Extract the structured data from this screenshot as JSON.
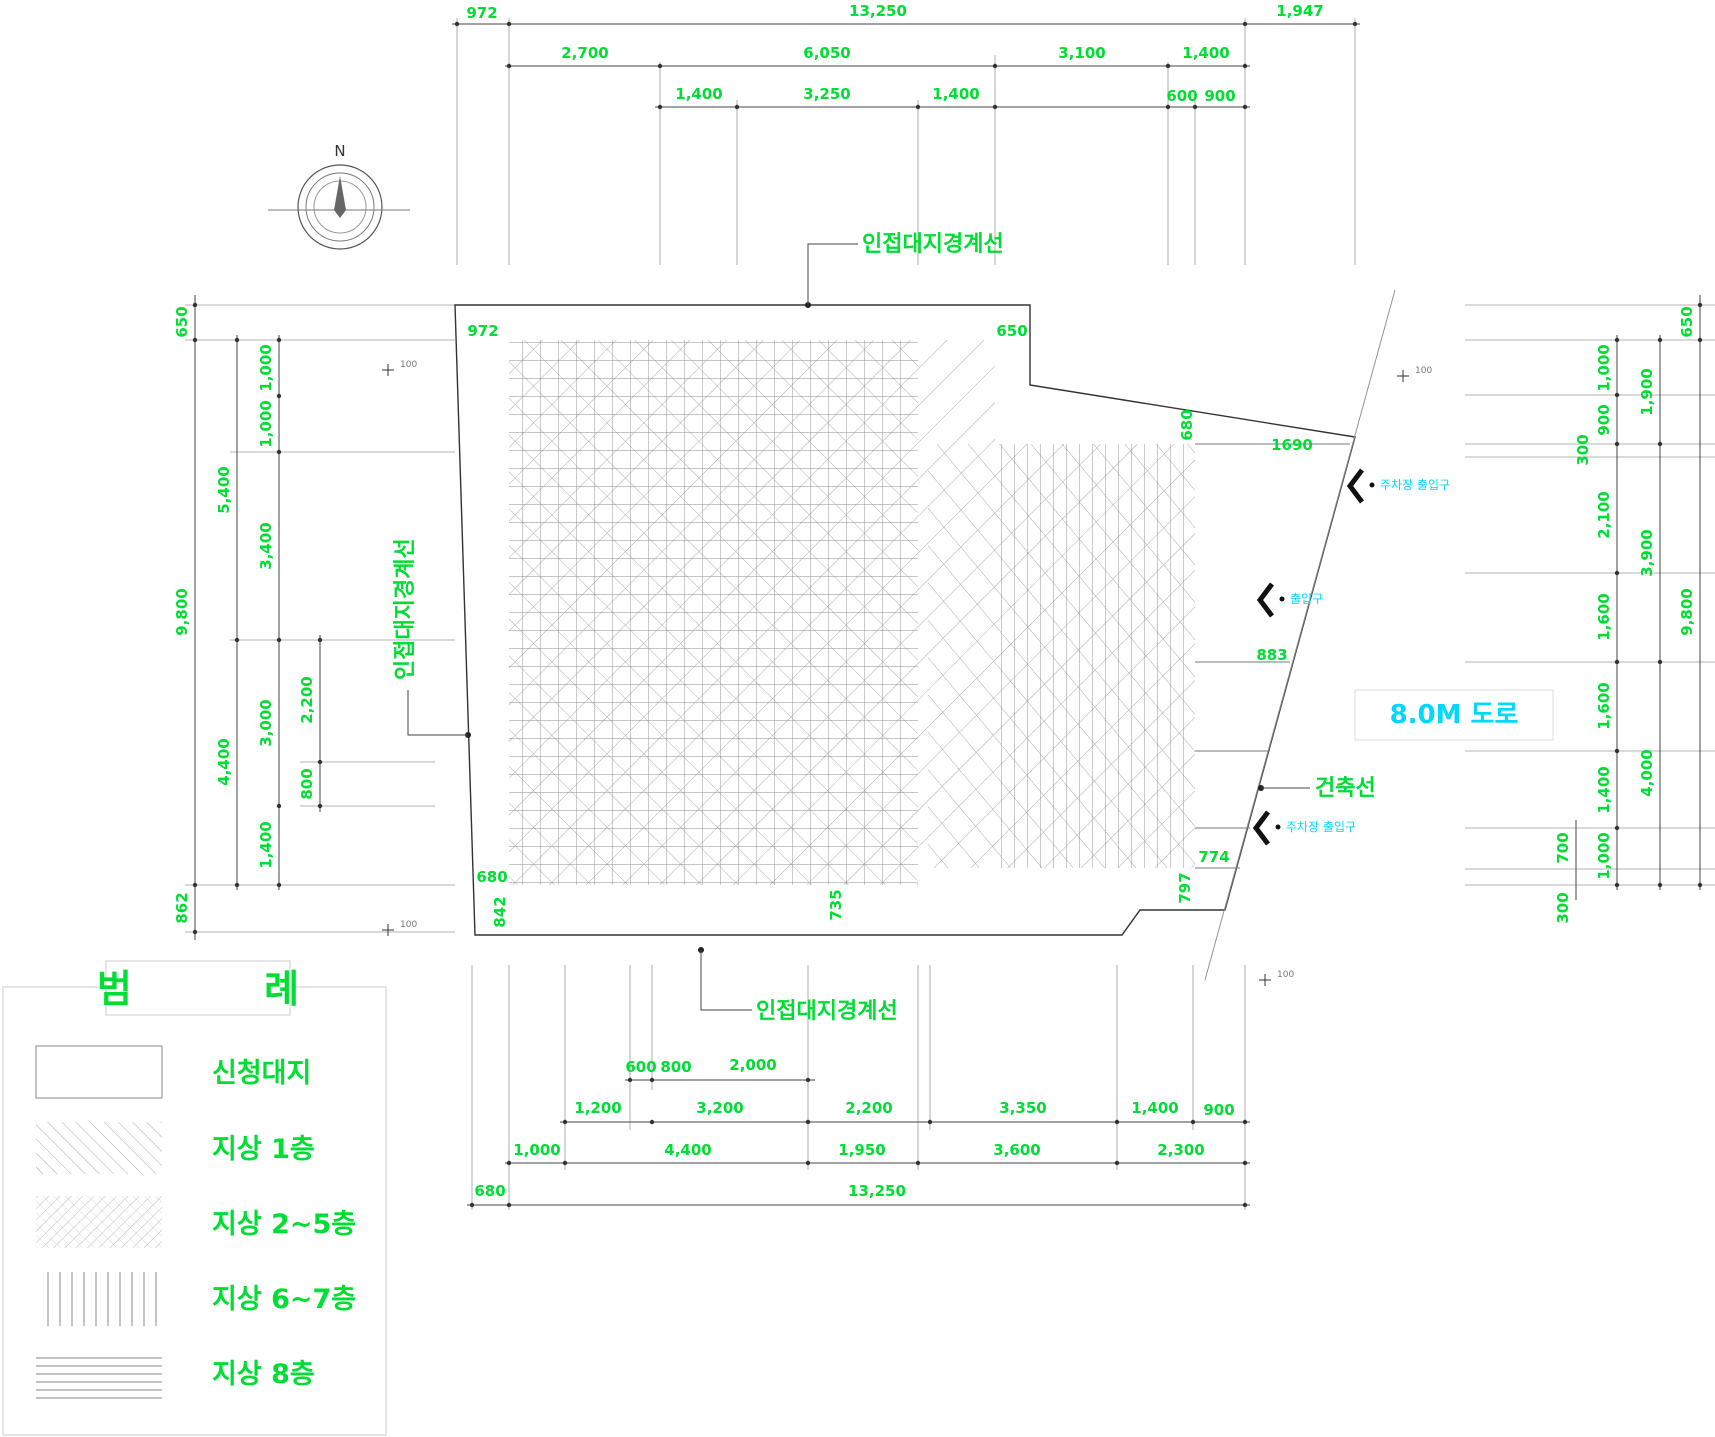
{
  "north": {
    "label": "N"
  },
  "boundary_labels": {
    "top": "인접대지경계선",
    "left": "인접대지경계선",
    "bottom": "인접대지경계선",
    "building_line": "건축선"
  },
  "entrances": {
    "upper": "주차장 출입구",
    "middle": "출입구",
    "lower": "주차장 출입구"
  },
  "road": "8.0M 도로",
  "dims_top": {
    "row1": [
      "972",
      "13,250",
      "1,947"
    ],
    "row2": [
      "2,700",
      "6,050",
      "3,100",
      "1,400"
    ],
    "row3": [
      "1,400",
      "3,250",
      "1,400",
      "600",
      "900"
    ]
  },
  "dims_bottom": {
    "row1": [
      "600",
      "800",
      "2,000"
    ],
    "row2": [
      "1,200",
      "3,200",
      "2,200",
      "3,350",
      "1,400",
      "900"
    ],
    "row3": [
      "1,000",
      "4,400",
      "1,950",
      "3,600",
      "2,300"
    ],
    "row4": [
      "680",
      "13,250"
    ]
  },
  "dims_left": {
    "outer": [
      "650",
      "9,800",
      "862"
    ],
    "mid": [
      "5,400",
      "4,400"
    ],
    "inner": [
      "1,000",
      "1,000",
      "3,400",
      "3,000",
      "1,400"
    ],
    "inner2": [
      "2,200",
      "800"
    ]
  },
  "dims_right": {
    "outer": [
      "650",
      "9,800"
    ],
    "mid": [
      "1,900",
      "3,900",
      "4,000"
    ],
    "inner": [
      "1,000",
      "900",
      "2,100",
      "1,600",
      "1,600",
      "1,400",
      "1,000"
    ],
    "inner2": [
      "300",
      "700",
      "300"
    ]
  },
  "site_offsets": [
    "972",
    "650",
    "680",
    "680",
    "842",
    "735",
    "797",
    "774",
    "883",
    "1690"
  ],
  "small_marks": [
    "100",
    "100",
    "100",
    "100"
  ],
  "legend": {
    "title": "범          례",
    "items": [
      "신청대지",
      "지상 1층",
      "지상 2~5층",
      "지상 6~7층",
      "지상 8층"
    ]
  }
}
